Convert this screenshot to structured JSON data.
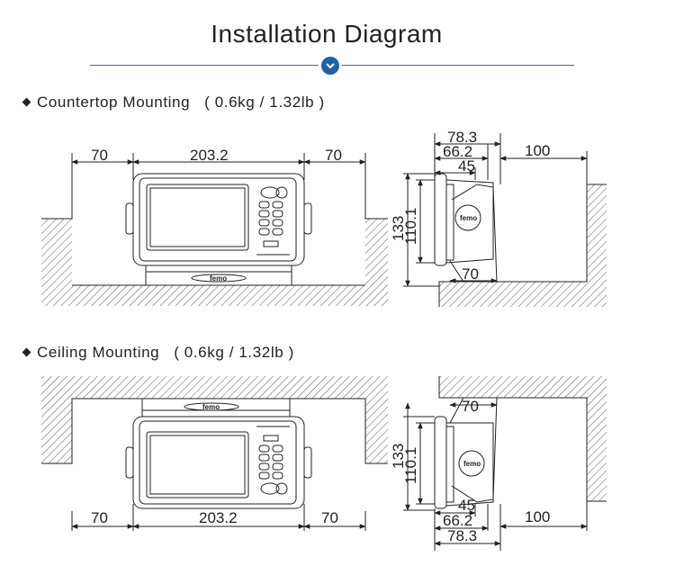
{
  "title": "Installation Diagram",
  "icons": {
    "divider": "chevron-down-icon",
    "bullet": "diamond-icon"
  },
  "colors": {
    "accent": "#1e63a3",
    "rule": "#2d6fa8",
    "line": "#222222"
  },
  "sections": [
    {
      "label": "Countertop Mounting",
      "spec": "( 0.6kg / 1.32lb )"
    },
    {
      "label": "Ceiling Mounting",
      "spec": "( 0.6kg / 1.32lb )"
    }
  ],
  "front": {
    "left_gap": "70",
    "width": "203.2",
    "right_gap": "70"
  },
  "side": {
    "depth": "78.3",
    "depth_body": "66.2",
    "depth_screen": "45",
    "rear_gap": "100",
    "height": "133",
    "height_body": "110.1",
    "bracket": "70"
  },
  "brand": "femo"
}
